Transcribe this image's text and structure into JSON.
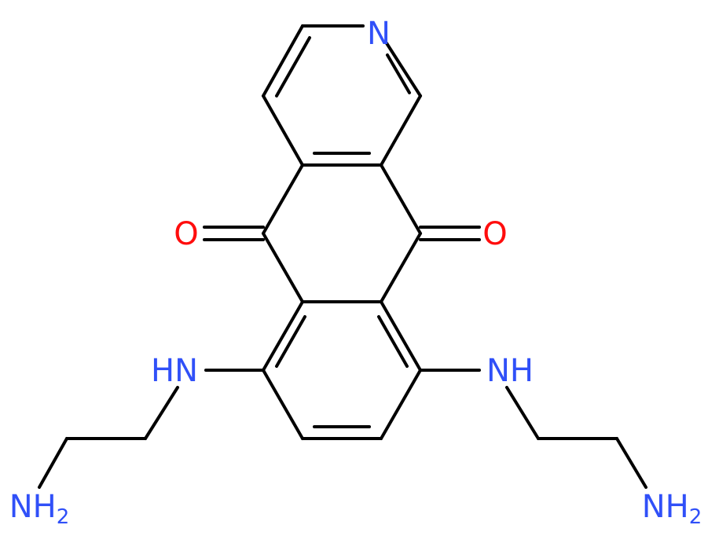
{
  "molecule": {
    "atoms": {
      "ring_n": "N",
      "left_o": "O",
      "right_o": "O",
      "left_nh": "HN",
      "right_nh": "NH",
      "left_nh2": {
        "main": "NH",
        "sub": "2"
      },
      "right_nh2": {
        "main": "NH",
        "sub": "2"
      }
    }
  },
  "colors": {
    "bond": "#000000",
    "nitrogen": "#3050F8",
    "oxygen": "#FF0D0D",
    "background": "#FFFFFF"
  }
}
